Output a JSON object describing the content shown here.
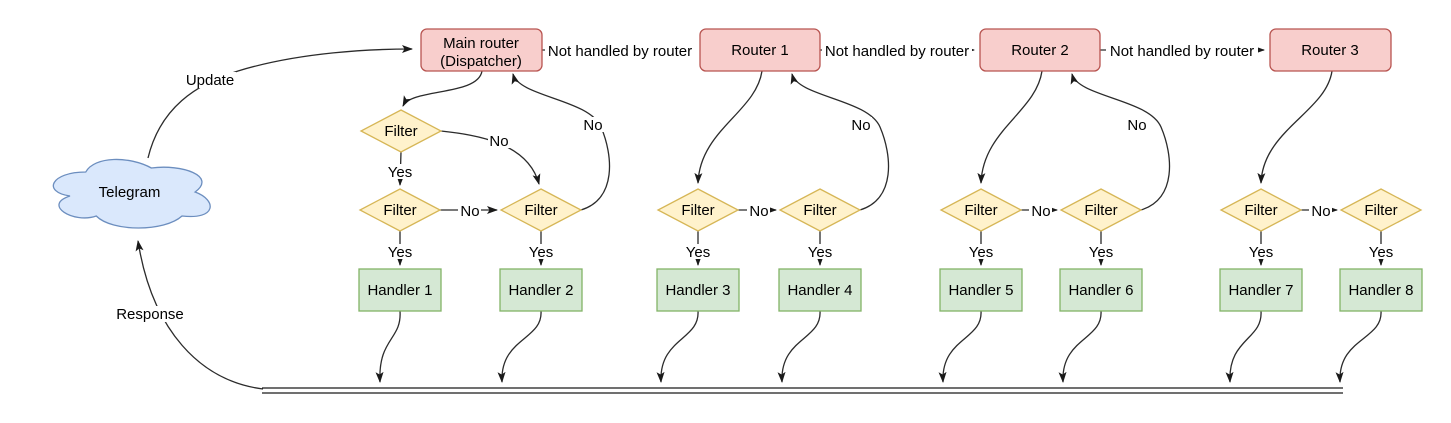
{
  "colors": {
    "router_fill": "#f8cecc",
    "router_stroke": "#b85450",
    "filter_fill": "#fff2cc",
    "filter_stroke": "#d6b656",
    "handler_fill": "#d5e8d4",
    "handler_stroke": "#82b366",
    "cloud_fill": "#dae8fc",
    "cloud_stroke": "#6c8ebf",
    "edge": "#2b2b2b",
    "text": "#000000"
  },
  "cloud": {
    "label": "Telegram"
  },
  "nodes": {
    "main_router": {
      "line1": "Main router",
      "line2": "(Dispatcher)"
    },
    "routers": [
      "Router 1",
      "Router 2",
      "Router 3"
    ],
    "filter_label": "Filter",
    "handlers": [
      "Handler 1",
      "Handler 2",
      "Handler 3",
      "Handler 4",
      "Handler 5",
      "Handler 6",
      "Handler 7",
      "Handler 8"
    ]
  },
  "edge_labels": {
    "update": "Update",
    "response": "Response",
    "not_handled": "Not handled by router",
    "yes": "Yes",
    "no": "No"
  }
}
